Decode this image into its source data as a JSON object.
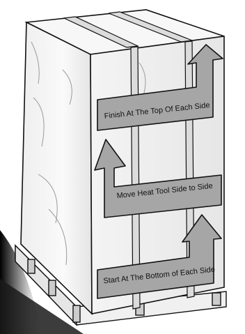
{
  "diagram": {
    "steps": [
      {
        "label": "Finish At The Top Of Each Side"
      },
      {
        "label": "Move Heat Tool Side to Side"
      },
      {
        "label": "Start At The Bottom of Each Side"
      }
    ]
  },
  "colors": {
    "arrow_fill": "#a6a6a6",
    "outline": "#111111",
    "shrink_wrap": "#f2f2f2",
    "strap": "#d9d9d9"
  }
}
